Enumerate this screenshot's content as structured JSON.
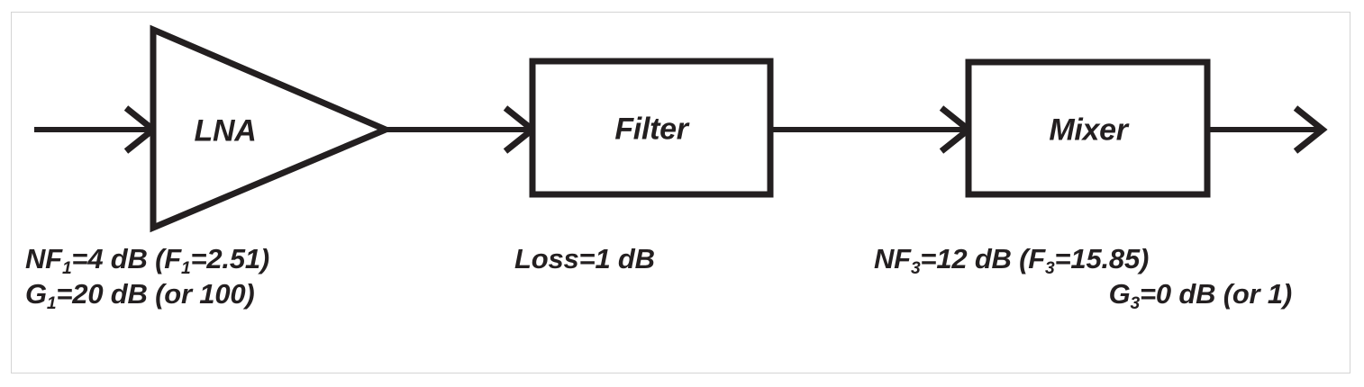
{
  "figure": {
    "type": "rf-cascade-block-diagram",
    "border_color": "#d4d4d4",
    "stroke_color": "#231f20",
    "background": "#ffffff"
  },
  "stages": [
    {
      "id": "lna",
      "shape": "triangle",
      "label": "LNA",
      "caption_lines": [
        {
          "id": "noise-figure",
          "text": "NF₁=4 dB (F₁=2.51)"
        },
        {
          "id": "gain",
          "text": "G₁=20 dB (or 100)"
        }
      ],
      "noise_figure_db": 4,
      "noise_factor": 2.51,
      "gain_db": 20,
      "gain_linear": 100
    },
    {
      "id": "filter",
      "shape": "rectangle",
      "label": "Filter",
      "caption_lines": [
        {
          "id": "loss",
          "text": "Loss=1 dB"
        }
      ],
      "loss_db": 1
    },
    {
      "id": "mixer",
      "shape": "rectangle",
      "label": "Mixer",
      "caption_lines": [
        {
          "id": "noise-figure",
          "text": "NF₃=12 dB (F₃=15.85)"
        },
        {
          "id": "gain",
          "text": "G₃=0 dB (or 1)"
        }
      ],
      "noise_figure_db": 12,
      "noise_factor": 15.85,
      "gain_db": 0,
      "gain_linear": 1
    }
  ],
  "captions": {
    "lna_nf": "NF",
    "lna_nf_sub": "1",
    "lna_nf_rest": "=4 dB (F",
    "lna_nf_sub2": "1",
    "lna_nf_tail": "=2.51)",
    "lna_g": "G",
    "lna_g_sub": "1",
    "lna_g_rest": "=20 dB (or 100)",
    "filter_loss": "Loss=1 dB",
    "mixer_nf": "NF",
    "mixer_nf_sub": "3",
    "mixer_nf_rest": "=12 dB (F",
    "mixer_nf_sub2": "3",
    "mixer_nf_tail": "=15.85)",
    "mixer_g": "G",
    "mixer_g_sub": "3",
    "mixer_g_rest": "=0 dB (or 1)"
  },
  "labels": {
    "lna": "LNA",
    "filter": "Filter",
    "mixer": "Mixer"
  },
  "connections": [
    {
      "id": "input-arrow",
      "from": "source",
      "to": "lna",
      "arrowhead": "open-v"
    },
    {
      "id": "lna-to-filter",
      "from": "lna",
      "to": "filter",
      "arrowhead": "open-v"
    },
    {
      "id": "filter-to-mixer",
      "from": "filter",
      "to": "mixer",
      "arrowhead": "open-v"
    },
    {
      "id": "output-arrow",
      "from": "mixer",
      "to": "output",
      "arrowhead": "open-v"
    }
  ]
}
